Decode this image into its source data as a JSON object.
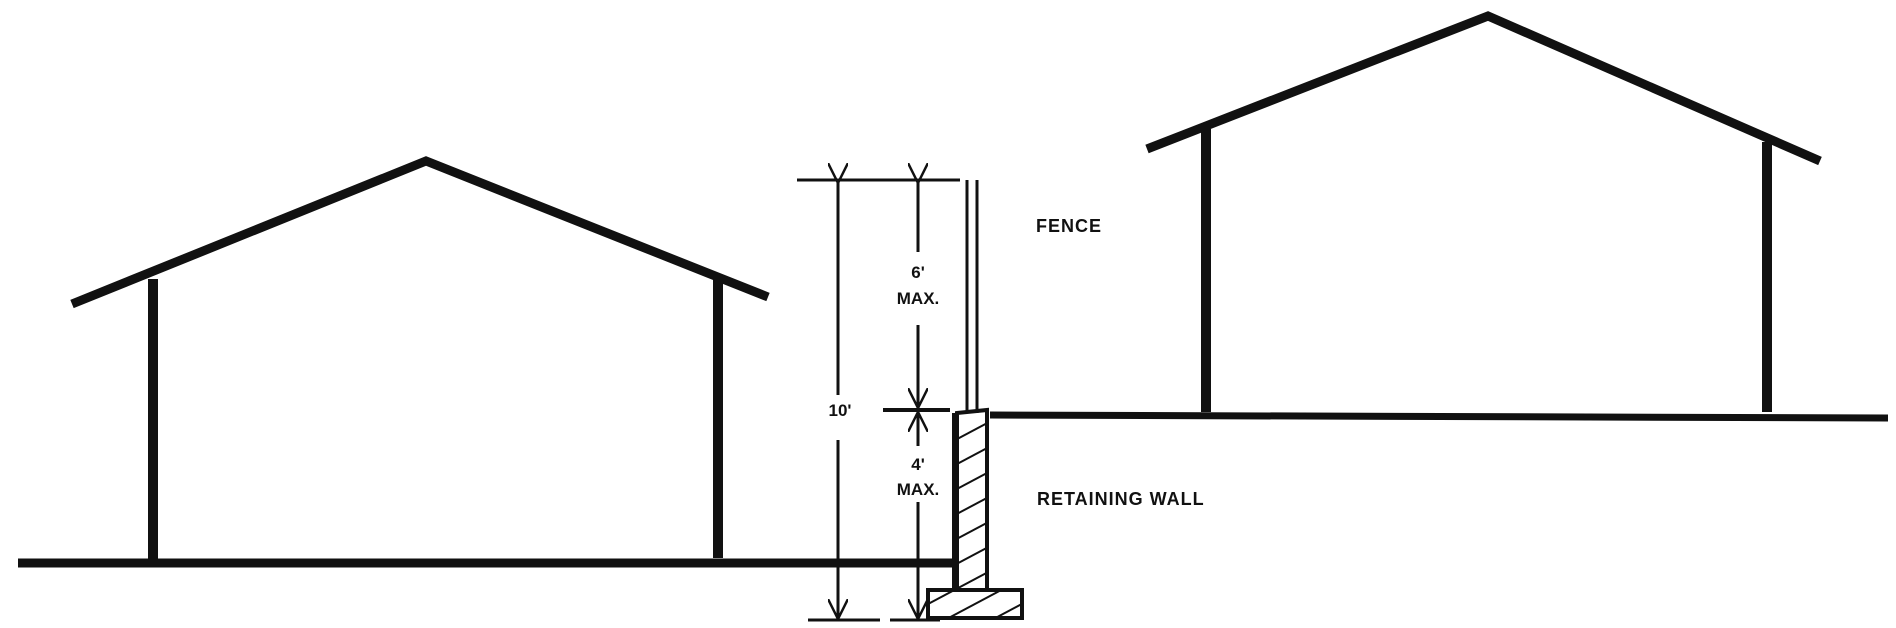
{
  "labels": {
    "fence": "FENCE",
    "retaining_wall": "RETAINING WALL"
  },
  "dimensions": {
    "total": "10'",
    "fence_value": "6'",
    "fence_max": "MAX.",
    "wall_value": "4'",
    "wall_max": "MAX."
  },
  "colors": {
    "line": "#111111",
    "background": "#ffffff"
  }
}
